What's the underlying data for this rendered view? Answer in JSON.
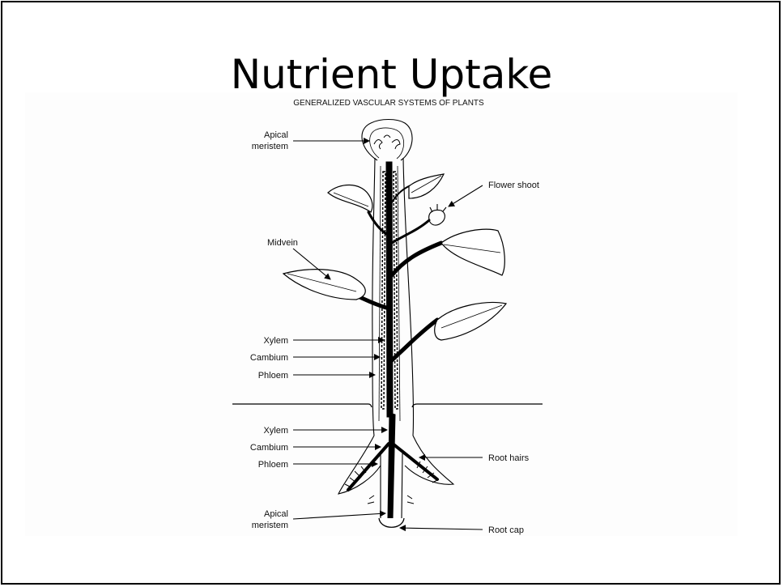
{
  "slide": {
    "title": "Nutrient Uptake"
  },
  "diagram": {
    "subtitle": "GENERALIZED VASCULAR SYSTEMS OF PLANTS",
    "labels": {
      "apical_meristem_top": [
        "Apical",
        "meristem"
      ],
      "flower_shoot": "Flower shoot",
      "midvein": "Midvein",
      "xylem_upper": "Xylem",
      "cambium_upper": "Cambium",
      "phloem_upper": "Phloem",
      "xylem_lower": "Xylem",
      "cambium_lower": "Cambium",
      "phloem_lower": "Phloem",
      "root_hairs": "Root hairs",
      "apical_meristem_bottom": [
        "Apical",
        "meristem"
      ],
      "root_cap": "Root cap"
    }
  }
}
